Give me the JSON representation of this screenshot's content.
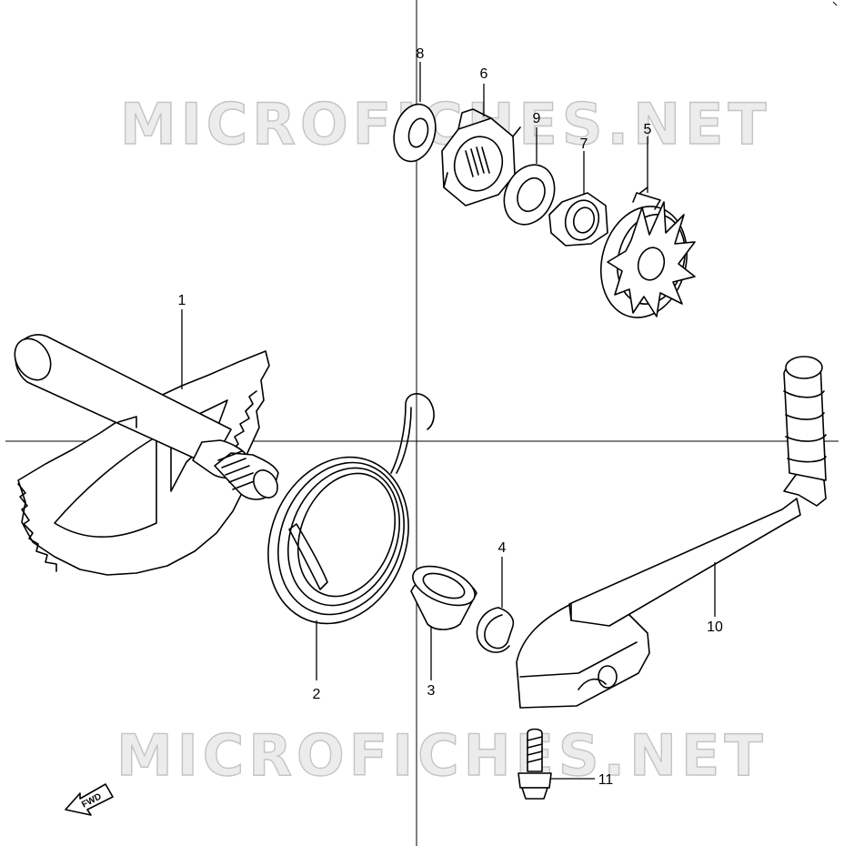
{
  "watermark": {
    "text": "MICROFICHES.NET"
  },
  "direction_marker": {
    "text": "FWD"
  },
  "callouts": [
    {
      "id": "1",
      "label": "1"
    },
    {
      "id": "2",
      "label": "2"
    },
    {
      "id": "3",
      "label": "3"
    },
    {
      "id": "4",
      "label": "4"
    },
    {
      "id": "5",
      "label": "5"
    },
    {
      "id": "6",
      "label": "6"
    },
    {
      "id": "7",
      "label": "7"
    },
    {
      "id": "8",
      "label": "8"
    },
    {
      "id": "9",
      "label": "9"
    },
    {
      "id": "10",
      "label": "10"
    },
    {
      "id": "11",
      "label": "11"
    }
  ]
}
